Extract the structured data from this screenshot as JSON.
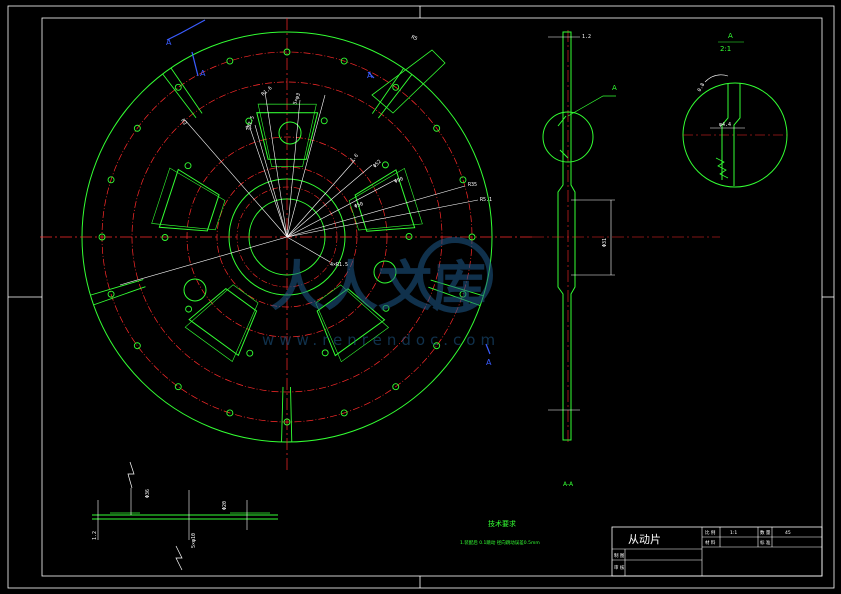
{
  "title_block": {
    "part_name": "从动片",
    "cells": [
      "比 例",
      "1:1",
      "数 量",
      "45",
      "材 料",
      "标 准"
    ],
    "rows": [
      "制 图",
      "审 核"
    ]
  },
  "tech_req": {
    "heading": "技术要求",
    "line1": "1.装配后 0.1跳动 径向跳动误差0.5mm"
  },
  "detail": {
    "label": "A",
    "scale": "2:1"
  },
  "section_label": "A-A",
  "marker_a": "A",
  "watermark": {
    "text": "人人文库",
    "url": "www.renrendoc.com"
  },
  "dims": {
    "d1": "R1.6",
    "d2": "R2.5",
    "d3": "1.6",
    "d4": "5×φ3",
    "d5": "R3",
    "d6": "Φ52",
    "d7": "Φ46",
    "d8": "4×R1.5",
    "d9": "R5",
    "d10": "Φ50",
    "d11": "Φ90",
    "d12": "R35",
    "d13": "R5.1",
    "d14": "R2",
    "d15": "Φ31",
    "d16": "Φ36",
    "d17": "Φ20",
    "d18": "5×φ10",
    "d19": "0.8",
    "d20": "1.2",
    "d21": "φ4.4"
  },
  "colors": {
    "outline": "#33ff33",
    "center": "#ff2a2a",
    "dimension": "#ffffff",
    "marker": "#3a5cff",
    "accent": "#ffff33"
  }
}
